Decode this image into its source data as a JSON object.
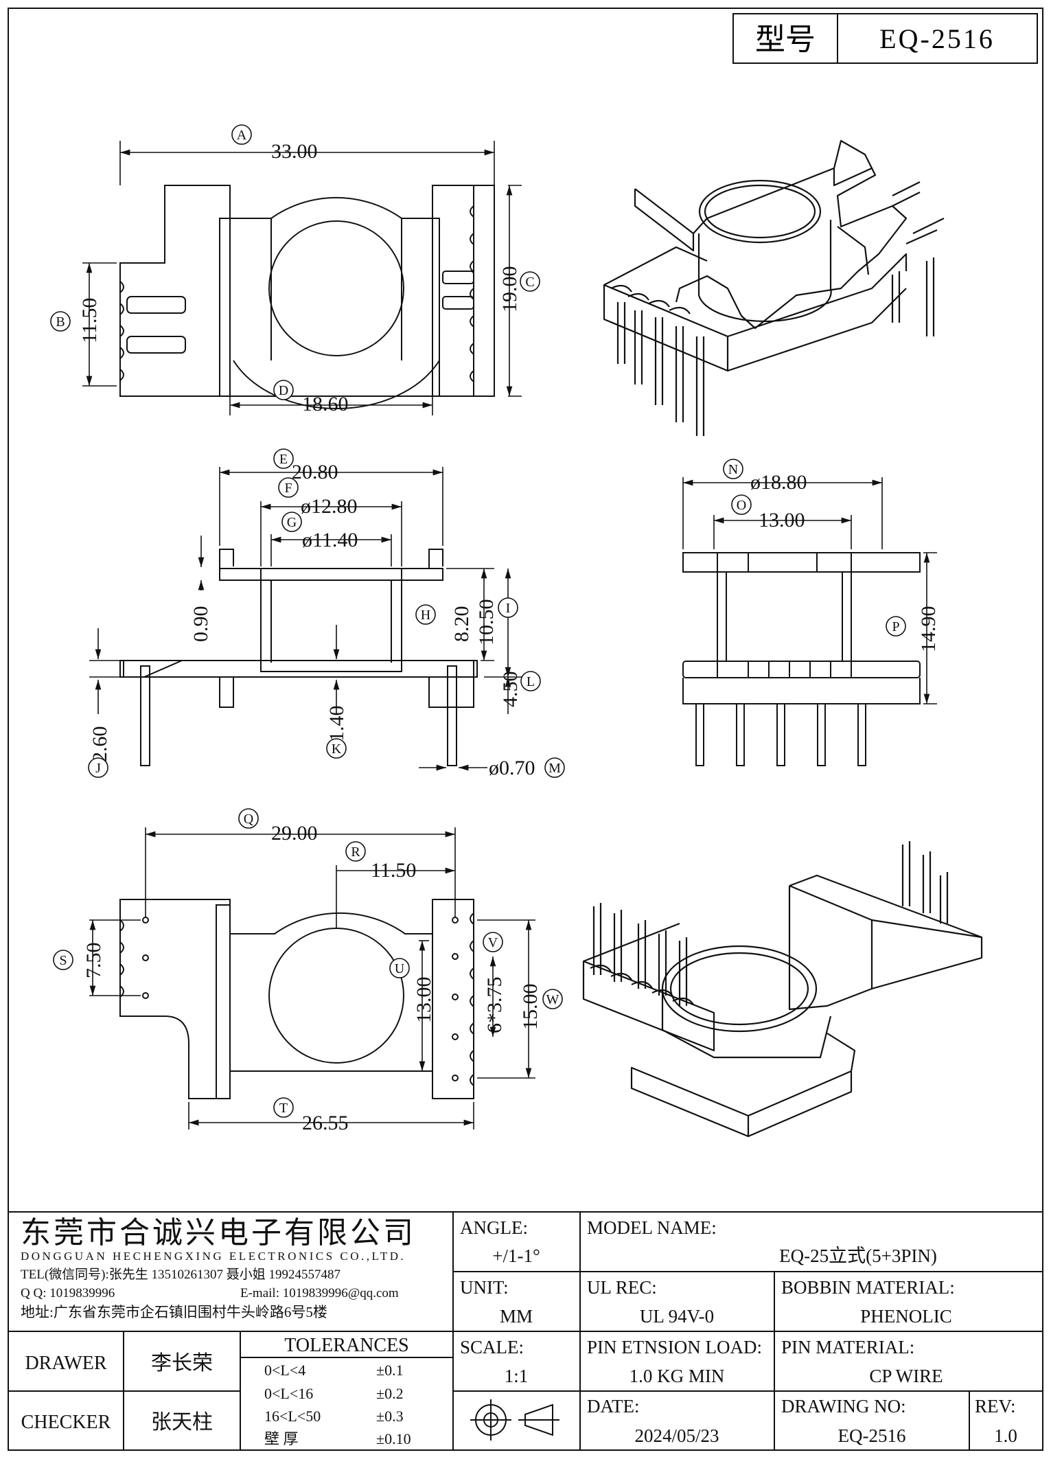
{
  "header": {
    "model_label": "型号",
    "model_value": "EQ-2516"
  },
  "dimensions": {
    "A": "33.00",
    "B": "11.50",
    "C": "19.00",
    "D": "18.60",
    "E": "20.80",
    "F": "ø12.80",
    "G": "ø11.40",
    "H": "8.20",
    "I": "10.50",
    "J": "2.60",
    "K": "1.40",
    "L": "4.50",
    "M": "ø0.70",
    "N": "ø18.80",
    "O": "13.00",
    "P": "14.90",
    "Q": "29.00",
    "R": "11.50",
    "S": "7.50",
    "T": "26.55",
    "U": "13.00",
    "V": "6*3.75",
    "W": "15.00",
    "extra_090": "0.90"
  },
  "company": {
    "name_cn": "东莞市合诚兴电子有限公司",
    "name_en": "DONGGUAN HECHENGXING ELECTRONICS CO.,LTD.",
    "tel": "TEL(微信同号):张先生 13510261307 聂小姐 19924557487",
    "qq": "Q Q: 1019839996",
    "email": "E-mail: 1019839996@qq.com",
    "address": "地址:广东省东莞市企石镇旧围村牛头岭路6号5楼"
  },
  "people": {
    "drawer_label": "DRAWER",
    "drawer_name": "李长荣",
    "checker_label": "CHECKER",
    "checker_name": "张天柱"
  },
  "tolerances": {
    "title": "TOLERANCES",
    "rows": [
      {
        "range": "0<L<4",
        "value": "±0.1"
      },
      {
        "range": "0<L<16",
        "value": "±0.2"
      },
      {
        "range": "16<L<50",
        "value": "±0.3"
      },
      {
        "range": "壁    厚",
        "value": "±0.10"
      }
    ]
  },
  "title_block": {
    "angle_label": "ANGLE:",
    "angle_value": "+/1-1°",
    "unit_label": "UNIT:",
    "unit_value": "MM",
    "scale_label": "SCALE:",
    "scale_value": "1:1",
    "model_name_label": "MODEL NAME:",
    "model_name_value": "EQ-25立式(5+3PIN)",
    "ul_rec_label": "UL REC:",
    "ul_rec_value": "UL 94V-0",
    "bobbin_material_label": "BOBBIN MATERIAL:",
    "bobbin_material_value": "PHENOLIC",
    "pin_tension_label": "PIN ETNSION LOAD:",
    "pin_tension_value": "1.0 KG MIN",
    "pin_material_label": "PIN MATERIAL:",
    "pin_material_value": "CP WIRE",
    "date_label": "DATE:",
    "date_value": "2024/05/23",
    "drawing_no_label": "DRAWING NO:",
    "drawing_no_value": "EQ-2516",
    "rev_label": "REV:",
    "rev_value": "1.0"
  }
}
